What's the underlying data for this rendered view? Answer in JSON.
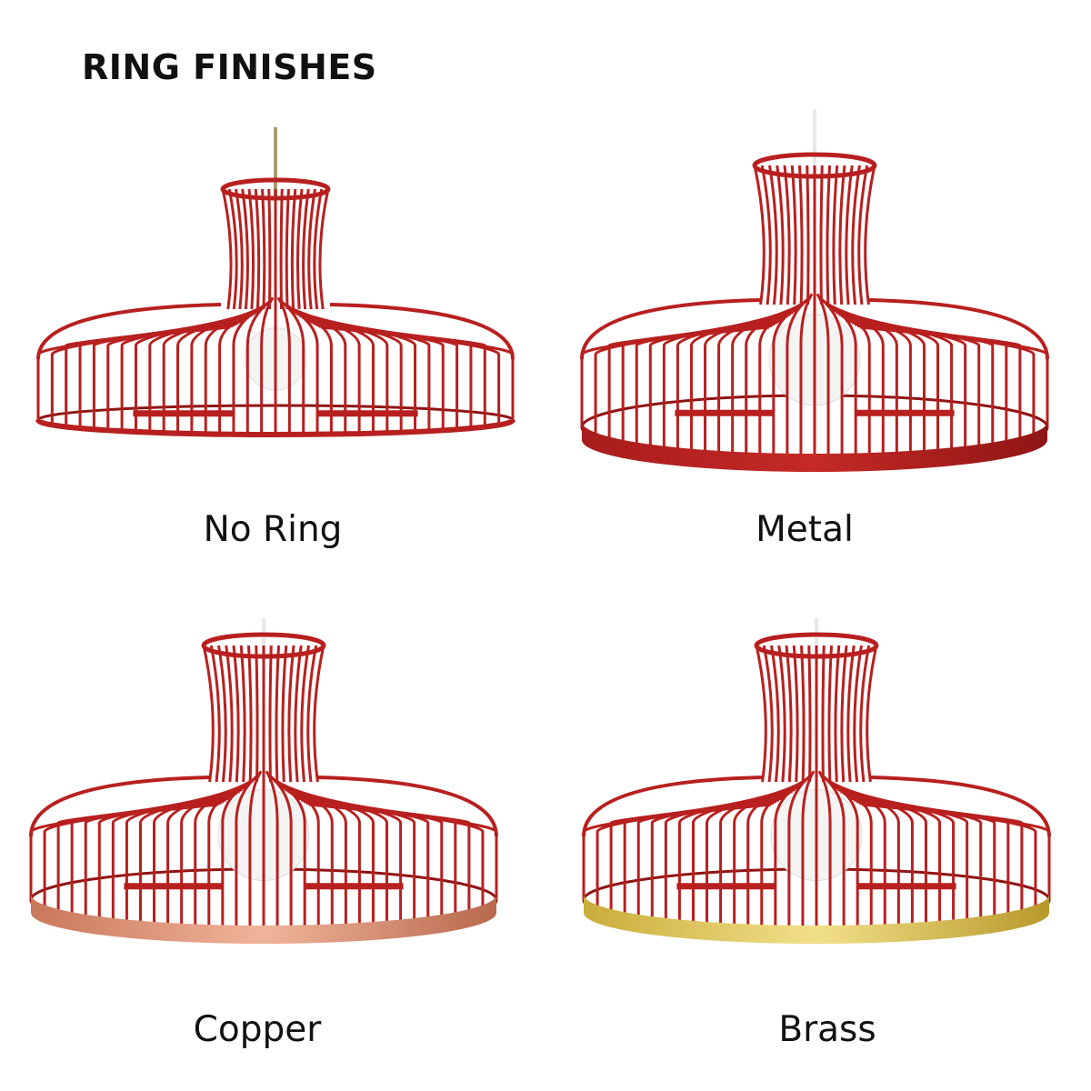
{
  "title": "RING FINISHES",
  "variants": [
    {
      "label": "No Ring",
      "ring": null,
      "ring_color": null
    },
    {
      "label": "Metal",
      "ring": "metal",
      "ring_color": [
        "#a81c1c",
        "#c42a26",
        "#8f1515"
      ]
    },
    {
      "label": "Copper",
      "ring": "copper",
      "ring_color": [
        "#c9785a",
        "#f0b49a",
        "#b8694c"
      ]
    },
    {
      "label": "Brass",
      "ring": "brass",
      "ring_color": [
        "#c9ac3a",
        "#f2e08a",
        "#b8982a"
      ]
    }
  ],
  "colors": {
    "cage": "#b8201f",
    "cage_dark": "#8f1414",
    "bulb": "#f4f4f2",
    "cord": "#e8e8e8"
  }
}
